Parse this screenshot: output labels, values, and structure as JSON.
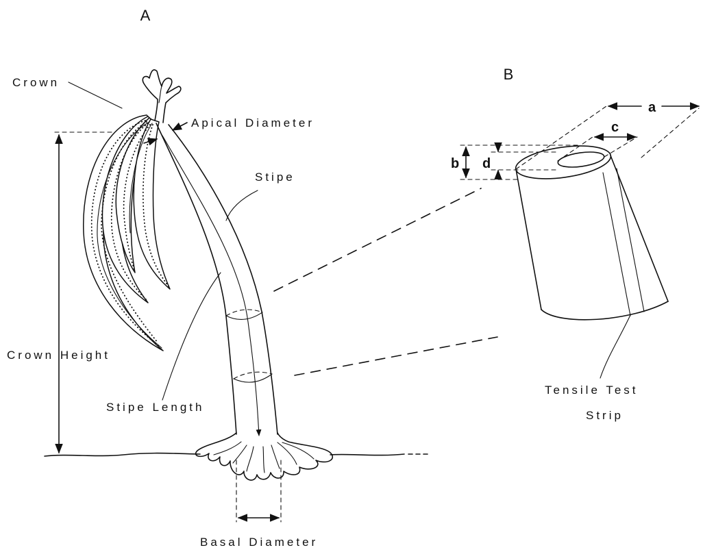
{
  "panels": {
    "a_label": "A",
    "b_label": "B"
  },
  "labels": {
    "crown": "Crown",
    "apical_diameter": "Apical Diameter",
    "stipe": "Stipe",
    "crown_height": "Crown Height",
    "stipe_length": "Stipe Length",
    "basal_diameter": "Basal Diameter",
    "tensile_test_strip": [
      "Tensile Test",
      "Strip"
    ]
  },
  "dimensions": {
    "a": "a",
    "b": "b",
    "c": "c",
    "d": "d"
  }
}
